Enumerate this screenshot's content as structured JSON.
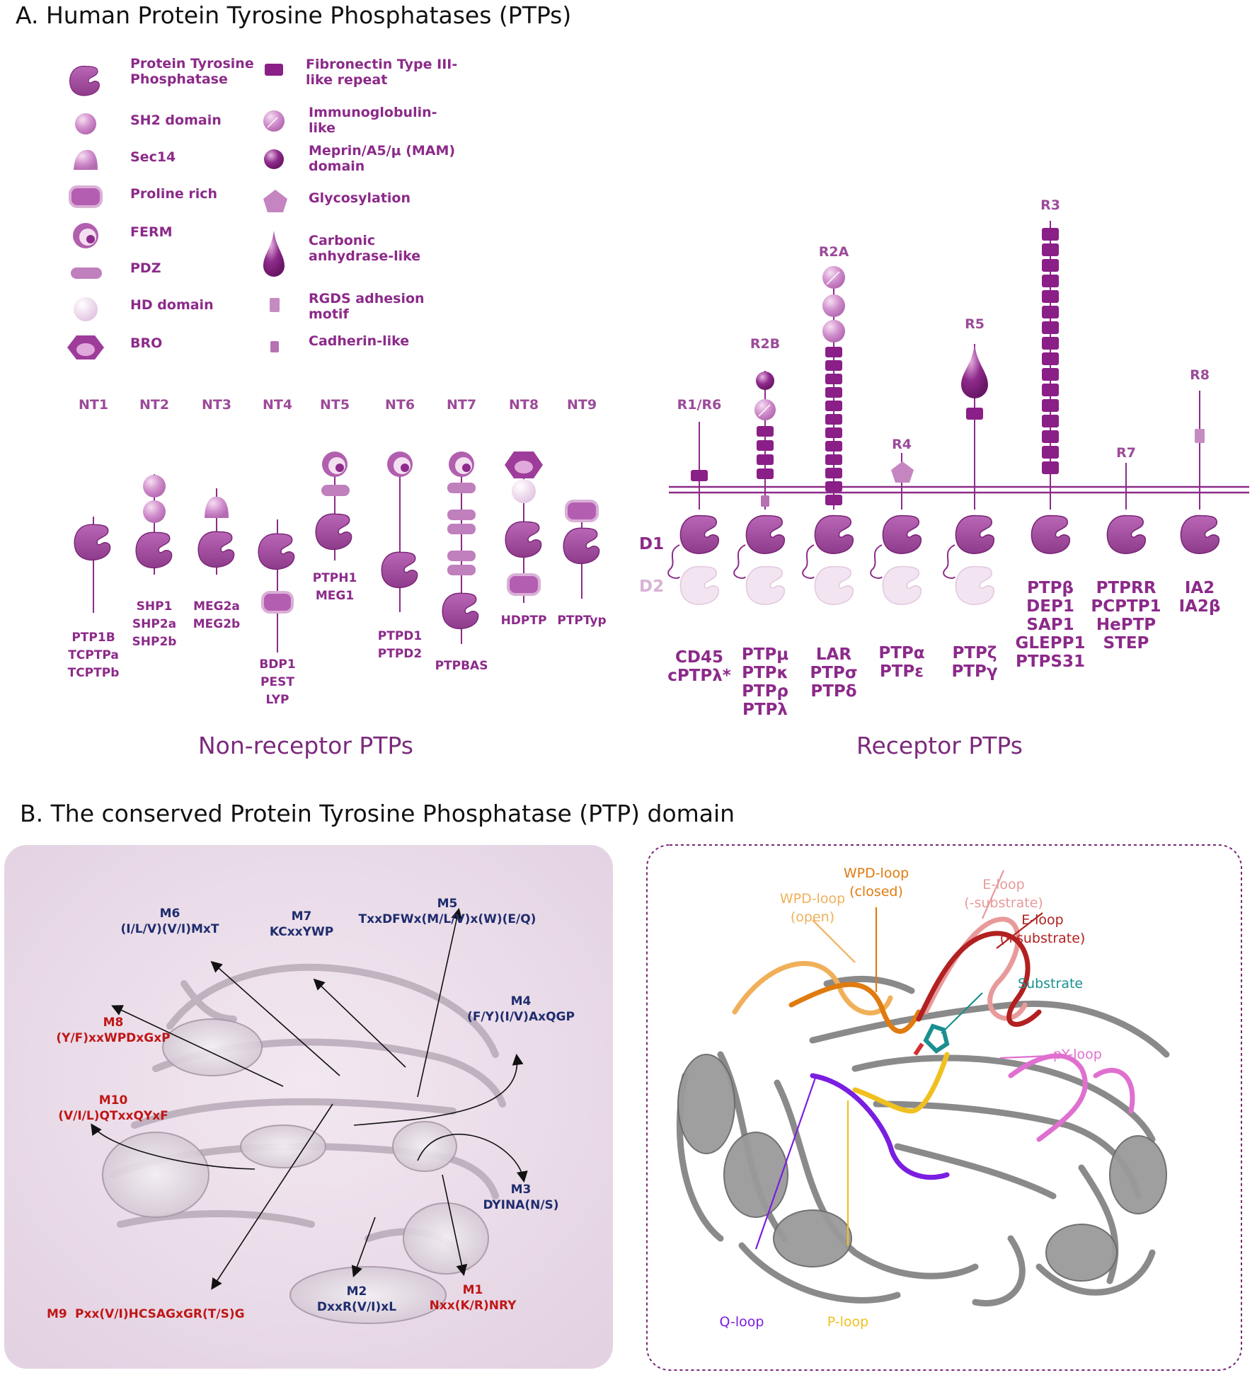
{
  "panelA": {
    "title": "A. Human Protein Tyrosine Phosphatases (PTPs)",
    "legend": [
      {
        "icon": "ptp-icon",
        "lines": [
          "Protein Tyrosine",
          "Phosphatase"
        ]
      },
      {
        "icon": "sh2-icon",
        "lines": [
          "SH2 domain"
        ]
      },
      {
        "icon": "sec14-icon",
        "lines": [
          "Sec14"
        ]
      },
      {
        "icon": "proline-rich-icon",
        "lines": [
          "Proline rich"
        ]
      },
      {
        "icon": "ferm-icon",
        "lines": [
          "FERM"
        ]
      },
      {
        "icon": "pdz-icon",
        "lines": [
          "PDZ"
        ]
      },
      {
        "icon": "hd-domain-icon",
        "lines": [
          "HD domain"
        ]
      },
      {
        "icon": "bro-icon",
        "lines": [
          "BRO"
        ]
      },
      {
        "icon": "fibronectin-icon",
        "lines": [
          "Fibronectin Type III-",
          "like repeat"
        ]
      },
      {
        "icon": "immunoglobulin-icon",
        "lines": [
          "Immunoglobulin-",
          "like"
        ]
      },
      {
        "icon": "mam-icon",
        "lines": [
          "Meprin/A5/μ (MAM)",
          "domain"
        ]
      },
      {
        "icon": "glycosylation-icon",
        "lines": [
          "Glycosylation"
        ]
      },
      {
        "icon": "carbonic-anhydrase-icon",
        "lines": [
          "Carbonic",
          "anhydrase-like"
        ]
      },
      {
        "icon": "rgds-icon",
        "lines": [
          "RGDS adhesion",
          "motif"
        ]
      },
      {
        "icon": "cadherin-icon",
        "lines": [
          "Cadherin-like"
        ]
      }
    ],
    "nonreceptor": [
      {
        "group": "NT1",
        "names": [
          "PTP1B",
          "TCPTPa",
          "TCPTPb"
        ]
      },
      {
        "group": "NT2",
        "names": [
          "SHP1",
          "SHP2a",
          "SHP2b"
        ]
      },
      {
        "group": "NT3",
        "names": [
          "MEG2a",
          "MEG2b"
        ]
      },
      {
        "group": "NT4",
        "names": [
          "BDP1",
          "PEST",
          "LYP"
        ]
      },
      {
        "group": "NT5",
        "names": [
          "PTPH1",
          "MEG1"
        ]
      },
      {
        "group": "NT6",
        "names": [
          "PTPD1",
          "PTPD2"
        ]
      },
      {
        "group": "NT7",
        "names": [
          "PTPBAS"
        ]
      },
      {
        "group": "NT8",
        "names": [
          "HDPTP"
        ]
      },
      {
        "group": "NT9",
        "names": [
          "PTPTyp"
        ]
      }
    ],
    "receptor": [
      {
        "group": "R1/R6",
        "names": [
          "CD45",
          "cPTPλ*"
        ]
      },
      {
        "group": "R2B",
        "names": [
          "PTPμ",
          "PTPκ",
          "PTPρ",
          "PTPλ"
        ]
      },
      {
        "group": "R2A",
        "names": [
          "LAR",
          "PTPσ",
          "PTPδ"
        ]
      },
      {
        "group": "R4",
        "names": [
          "PTPα",
          "PTPε"
        ]
      },
      {
        "group": "R5",
        "names": [
          "PTPζ",
          "PTPγ"
        ]
      },
      {
        "group": "R3",
        "names": [
          "PTPβ",
          "DEP1",
          "SAP1",
          "GLEPP1",
          "PTPS31"
        ]
      },
      {
        "group": "R7",
        "names": [
          "PTPRR",
          "PCPTP1",
          "HePTP",
          "STEP"
        ]
      },
      {
        "group": "R8",
        "names": [
          "IA2",
          "IA2β"
        ]
      }
    ],
    "d1_label": "D1",
    "d2_label": "D2",
    "nonreceptor_caption": "Non-receptor PTPs",
    "receptor_caption": "Receptor PTPs"
  },
  "panelB": {
    "title": "B. The conserved Protein Tyrosine Phosphatase (PTP) domain",
    "motifs": [
      {
        "id": "M6",
        "seq": "(I/L/V)(V/I)MxT",
        "color": "#1f2c6e"
      },
      {
        "id": "M7",
        "seq": "KCxxYWP",
        "color": "#1f2c6e"
      },
      {
        "id": "M5",
        "seq": "TxxDFWx(M/L/V)x(W)(E/Q)",
        "color": "#1f2c6e"
      },
      {
        "id": "M8",
        "seq": "(Y/F)xxWPDxGxP",
        "color": "#c01616"
      },
      {
        "id": "M4",
        "seq": "(F/Y)(I/V)AxQGP",
        "color": "#1f2c6e"
      },
      {
        "id": "M10",
        "seq": "(V/I/L)QTxxQYxF",
        "color": "#c01616"
      },
      {
        "id": "M3",
        "seq": "DYINA(N/S)",
        "color": "#1f2c6e"
      },
      {
        "id": "M1",
        "seq": "Nxx(K/R)NRY",
        "color": "#c01616"
      },
      {
        "id": "M2",
        "seq": "DxxR(V/I)xL",
        "color": "#1f2c6e"
      },
      {
        "id": "M9",
        "seq": "Pxx(V/I)HCSAGxGR(T/S)G",
        "color": "#c01616"
      }
    ],
    "loops": [
      {
        "lines": [
          "WPD-loop",
          "(closed)"
        ],
        "color": "#e07b10"
      },
      {
        "lines": [
          "E-loop",
          "(-substrate)"
        ],
        "color": "#e89a9a"
      },
      {
        "lines": [
          "WPD-loop",
          "(open)"
        ],
        "color": "#f0b05a"
      },
      {
        "lines": [
          "E-loop",
          "(+substrate)"
        ],
        "color": "#b22020"
      },
      {
        "lines": [
          "Substrate"
        ],
        "color": "#1a8f8f"
      },
      {
        "lines": [
          "pY-loop"
        ],
        "color": "#e070d0"
      },
      {
        "lines": [
          "Q-loop"
        ],
        "color": "#7a1ee0"
      },
      {
        "lines": [
          "P-loop"
        ],
        "color": "#f0c020"
      }
    ]
  }
}
